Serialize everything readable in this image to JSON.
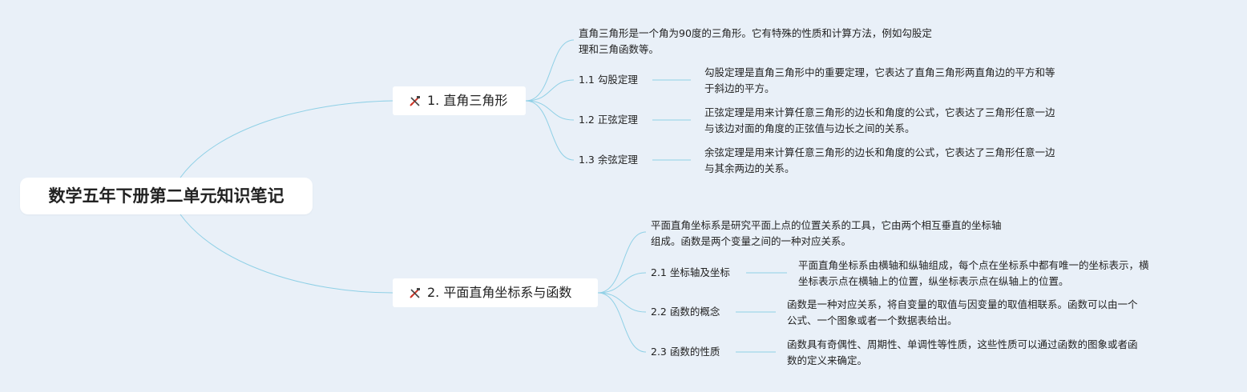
{
  "root": {
    "title": "数学五年下册第二单元知识笔记"
  },
  "branches": [
    {
      "title": "1. 直角三角形",
      "icon": "tools-icon",
      "summary": [
        "直角三角形是一个角为90度的三角形。它有特殊的性质和计算方法，例如勾股定",
        "理和三角函数等。"
      ],
      "children": [
        {
          "label": "1.1 勾股定理",
          "desc": [
            "勾股定理是直角三角形中的重要定理，它表达了直角三角形两直角边的平方和等",
            "于斜边的平方。"
          ]
        },
        {
          "label": "1.2 正弦定理",
          "desc": [
            "正弦定理是用来计算任意三角形的边长和角度的公式，它表达了三角形任意一边",
            "与该边对面的角度的正弦值与边长之间的关系。"
          ]
        },
        {
          "label": "1.3 余弦定理",
          "desc": [
            "余弦定理是用来计算任意三角形的边长和角度的公式，它表达了三角形任意一边",
            "与其余两边的关系。"
          ]
        }
      ]
    },
    {
      "title": "2. 平面直角坐标系与函数",
      "icon": "tools-icon",
      "summary": [
        "平面直角坐标系是研究平面上点的位置关系的工具，它由两个相互垂直的坐标轴",
        "组成。函数是两个变量之间的一种对应关系。"
      ],
      "children": [
        {
          "label": "2.1 坐标轴及坐标",
          "desc": [
            "平面直角坐标系由横轴和纵轴组成，每个点在坐标系中都有唯一的坐标表示，横",
            "坐标表示点在横轴上的位置，纵坐标表示点在纵轴上的位置。"
          ]
        },
        {
          "label": "2.2 函数的概念",
          "desc": [
            "函数是一种对应关系，将自变量的取值与因变量的取值相联系。函数可以由一个",
            "公式、一个图象或者一个数据表给出。"
          ]
        },
        {
          "label": "2.3 函数的性质",
          "desc": [
            "函数具有奇偶性、周期性、单调性等性质，这些性质可以通过函数的图象或者函",
            "数的定义来确定。"
          ]
        }
      ]
    }
  ],
  "colors": {
    "background": "#e9f0f8",
    "connector": "#8fd0e6",
    "icon_red": "#d0392b",
    "icon_dark": "#444444"
  }
}
